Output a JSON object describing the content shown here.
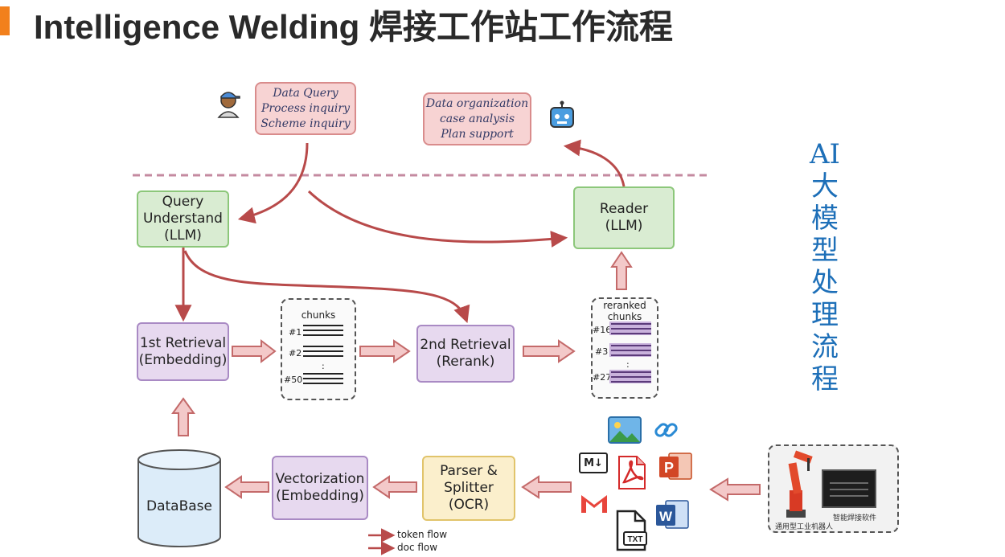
{
  "title": "Intelligence Welding 焊接工作站工作流程",
  "side_title": [
    "AI",
    "大",
    "模",
    "型",
    "处",
    "理",
    "流",
    "程"
  ],
  "query_bubble": [
    "Data Query",
    "Process inquiry",
    "Scheme inquiry"
  ],
  "answer_bubble": [
    "Data organization",
    "case analysis",
    "Plan support"
  ],
  "nodes": {
    "query_understand": [
      "Query",
      "Understand",
      "(LLM)"
    ],
    "reader": [
      "Reader",
      "(LLM)"
    ],
    "first_retrieval": [
      "1st Retrieval",
      "(Embedding)"
    ],
    "second_retrieval": [
      "2nd Retrieval",
      "(Rerank)"
    ],
    "vectorization": [
      "Vectorization",
      "(Embedding)"
    ],
    "parser": [
      "Parser &",
      "Splitter",
      "(OCR)"
    ],
    "database": "DataBase"
  },
  "chunks": {
    "title": "chunks",
    "labels": [
      "#1",
      "#2",
      ":",
      "#50"
    ]
  },
  "reranked": {
    "title": [
      "reranked",
      "chunks"
    ],
    "labels": [
      "#16",
      "#3",
      ":",
      "#27"
    ]
  },
  "robot_labels": [
    "通用型工业机器人",
    "智能焊接软件"
  ],
  "file_icons": [
    "image-icon",
    "link-icon",
    "markdown-icon",
    "pdf-icon",
    "powerpoint-icon",
    "gmail-icon",
    "txt-icon",
    "word-icon"
  ],
  "file_icon_text": {
    "markdown": "M↓",
    "txt": "TXT",
    "ppt": "P",
    "word": "W"
  },
  "legend": [
    "token flow",
    "doc flow"
  ],
  "colors": {
    "accent": "#f2801c",
    "arrow": "#b84a4a",
    "side_title": "#1d6fb8"
  }
}
